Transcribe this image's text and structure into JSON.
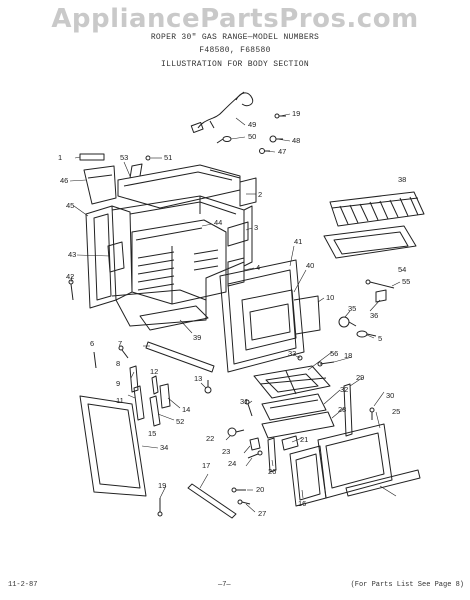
{
  "watermark": "AppliancePartsPros.com",
  "header": {
    "line1": "ROPER 30\" GAS RANGE—MODEL NUMBERS",
    "line2": "F48580, F68580",
    "line3": "ILLUSTRATION FOR BODY SECTION"
  },
  "callouts": [
    "49",
    "50",
    "48",
    "47",
    "19",
    "51",
    "53",
    "1",
    "46",
    "2",
    "45",
    "44",
    "3",
    "43",
    "4",
    "42",
    "41",
    "40",
    "10",
    "39",
    "38",
    "54",
    "55",
    "36",
    "35",
    "5",
    "6",
    "7",
    "8",
    "9",
    "11",
    "12",
    "13",
    "14",
    "52",
    "15",
    "34",
    "33",
    "56",
    "18",
    "31",
    "32",
    "29",
    "30",
    "28",
    "25",
    "21",
    "22",
    "23",
    "24",
    "26",
    "16",
    "17",
    "19",
    "20",
    "27"
  ],
  "footer": {
    "date": "11-2-87",
    "page": "—7—",
    "note": "(For Parts List See Page 8)"
  },
  "colors": {
    "ink": "#222222",
    "watermark": "#c9c9c9"
  }
}
